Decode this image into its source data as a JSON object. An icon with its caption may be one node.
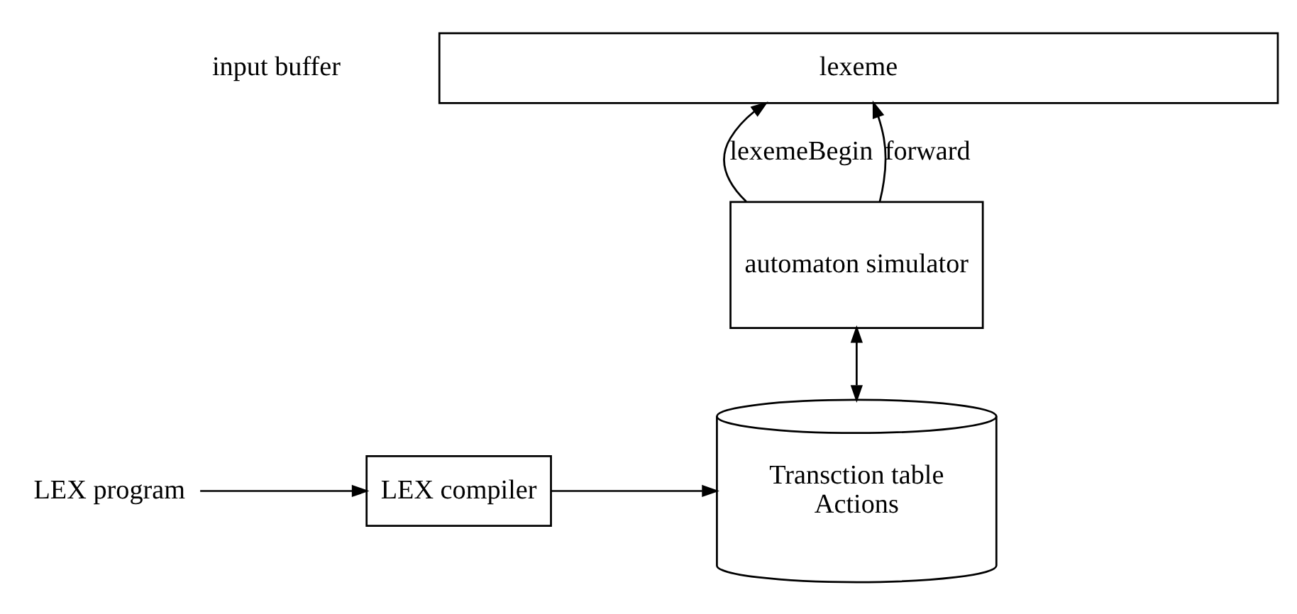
{
  "diagram": {
    "nodes": [
      {
        "text": [
          "lexeme"
        ],
        "beside": [
          "input buffer"
        ]
      },
      {
        "text": [
          "automaton simulator"
        ]
      },
      {
        "text": [
          "LEX program"
        ]
      },
      {
        "text": [
          "LEX compiler"
        ]
      },
      {
        "text": [
          "Transction table",
          "Actions"
        ]
      }
    ],
    "edges": [
      {
        "from": 1,
        "to": 0,
        "arrow": "to",
        "label": "lexemeBegin"
      },
      {
        "from": 1,
        "to": 0,
        "arrow": "to",
        "label": "forward"
      },
      {
        "from": 1,
        "to": 4,
        "arrow": "both"
      },
      {
        "from": 2,
        "to": 3,
        "arrow": "to"
      },
      {
        "from": 3,
        "to": 4,
        "arrow": "to"
      }
    ]
  }
}
